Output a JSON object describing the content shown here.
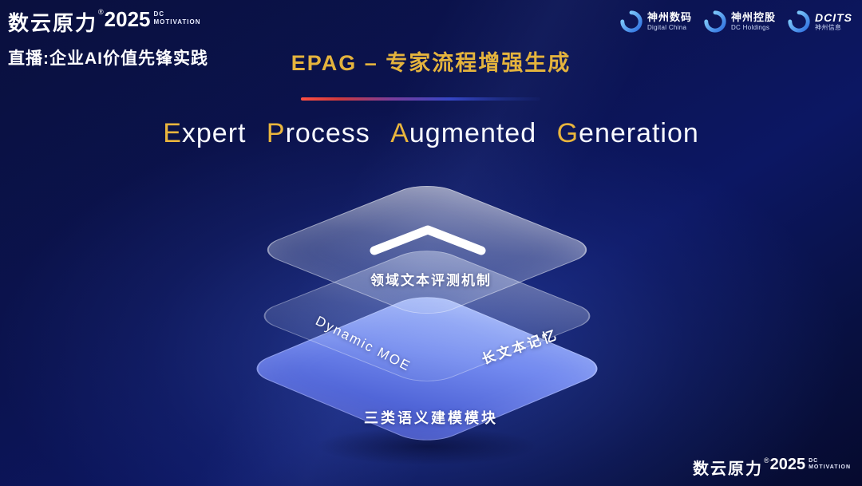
{
  "brand": {
    "name": "数云原力",
    "trademark": "®",
    "year": "2025",
    "motto_line1": "DC",
    "motto_line2": "MOTIVATION"
  },
  "live_banner": "直播:企业AI价值先锋实践",
  "header": {
    "subtitle": "EPAG – 专家流程增强生成"
  },
  "title": {
    "words": [
      {
        "initial": "E",
        "rest": "xpert"
      },
      {
        "initial": "P",
        "rest": "rocess"
      },
      {
        "initial": "A",
        "rest": "ugmented"
      },
      {
        "initial": "G",
        "rest": "eneration"
      }
    ]
  },
  "partner_logos": [
    {
      "primary": "神州数码",
      "secondary": "Digital China",
      "icon": "swirl-icon"
    },
    {
      "primary": "神州控股",
      "secondary": "DC Holdings",
      "icon": "swirl-icon"
    },
    {
      "primary": "DCITS",
      "secondary": "神州信息",
      "icon": "swirl-icon"
    }
  ],
  "diagram": {
    "top_layer": {
      "label": "领域文本评测机制",
      "icon": "chevron-up-icon"
    },
    "middle_layer": {
      "left_label": "Dynamic MOE",
      "right_label": "长文本记忆"
    },
    "bottom_layer": {
      "label": "三类语义建模模块"
    }
  },
  "colors": {
    "accent_gold": "#e4b33d",
    "underline_red": "#ff5042",
    "underline_blue": "#3646c6",
    "layer_blue": "#5166d8",
    "background_navy": "#0b1350",
    "text_white": "#ffffff"
  }
}
